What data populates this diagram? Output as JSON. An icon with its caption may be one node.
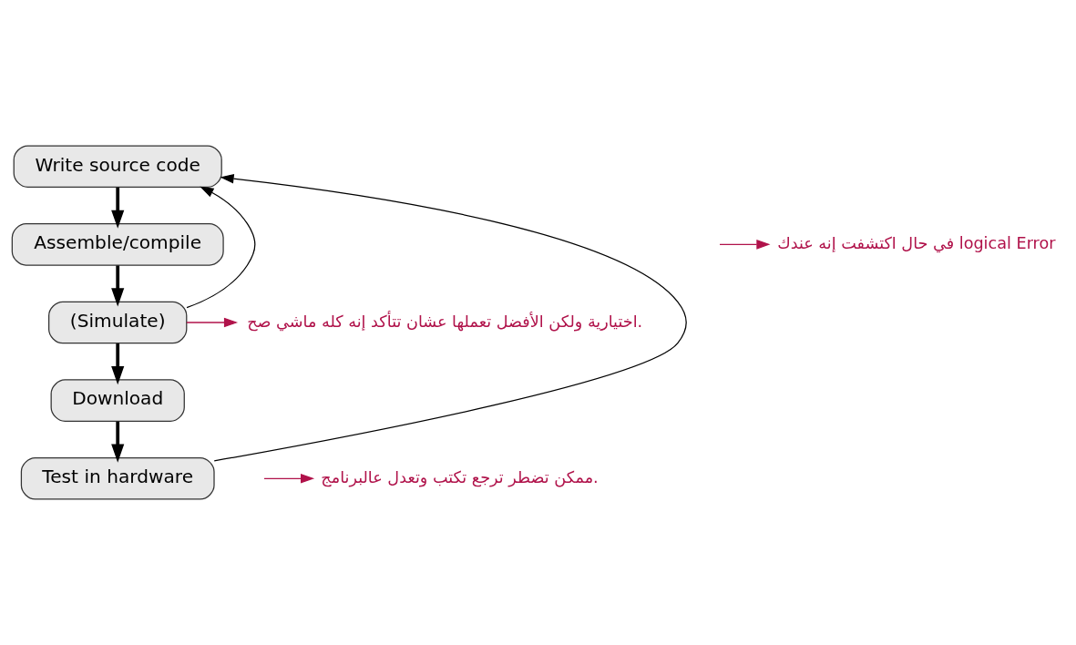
{
  "diagram": {
    "nodes": [
      {
        "text": [
          "Write source code"
        ]
      },
      {
        "text": [
          "Assemble/compile"
        ]
      },
      {
        "text": [
          "(Simulate)"
        ]
      },
      {
        "text": [
          "Download"
        ]
      },
      {
        "text": [
          "Test in hardware"
        ]
      },
      {
        "text": [
          "في حال اكتشفت إنه عندك logical Error"
        ]
      },
      {
        "text": [
          "اختيارية ولكن الأفضل تعملها عشان تتأكد إنه كله ماشي صح."
        ]
      },
      {
        "text": [
          "ممكن تضطر ترجع تكتب وتعدل عالبرنامج."
        ]
      }
    ],
    "edges": [
      {
        "from": 0,
        "to": 1,
        "arrow": "to",
        "style": "thick"
      },
      {
        "from": 1,
        "to": 2,
        "arrow": "to",
        "style": "thick"
      },
      {
        "from": 2,
        "to": 3,
        "arrow": "to",
        "style": "thick"
      },
      {
        "from": 3,
        "to": 4,
        "arrow": "to",
        "style": "thick"
      },
      {
        "from": 2,
        "to": 0,
        "arrow": "to"
      },
      {
        "from": 4,
        "to": 0,
        "arrow": "to"
      },
      {
        "from": null,
        "to": 5,
        "arrow": "to",
        "color": "#b0124a"
      },
      {
        "from": 2,
        "to": 6,
        "arrow": "to",
        "color": "#b0124a"
      },
      {
        "from": null,
        "to": 7,
        "arrow": "to",
        "color": "#b0124a"
      }
    ]
  }
}
